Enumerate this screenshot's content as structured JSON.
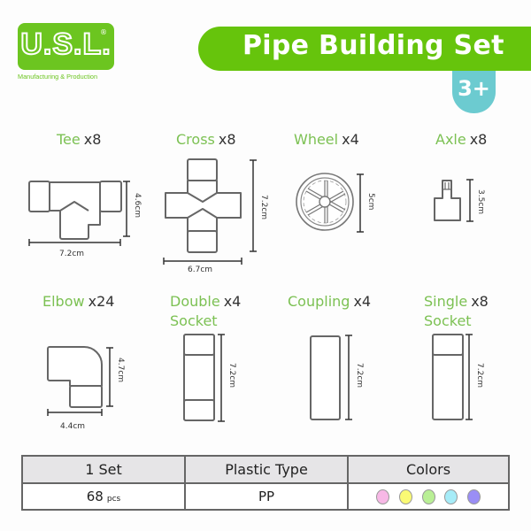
{
  "brand": {
    "logo_text": "U.S.L.",
    "registered_mark": "®",
    "tagline": "Manufacturing & Production",
    "logo_color": "#6cc520"
  },
  "header": {
    "title": "Pipe Building Set",
    "title_bg_color": "#66c40c",
    "age_badge": "3+",
    "age_badge_color": "#6ccbd0"
  },
  "parts": [
    {
      "name": "Tee",
      "qty": "x8",
      "dims": [
        "7.2cm",
        "4.6cm"
      ]
    },
    {
      "name": "Cross",
      "qty": "x8",
      "dims": [
        "6.7cm",
        "7.2cm"
      ]
    },
    {
      "name": "Wheel",
      "qty": "x4",
      "dims": [
        "5cm"
      ]
    },
    {
      "name": "Axle",
      "qty": "x8",
      "dims": [
        "3.5cm"
      ]
    },
    {
      "name": "Elbow",
      "qty": "x24",
      "dims": [
        "4.4cm",
        "4.7cm"
      ]
    },
    {
      "name_line1": "Double",
      "name_line2": "Socket",
      "qty": "x4",
      "dims": [
        "7.2cm"
      ]
    },
    {
      "name": "Coupling",
      "qty": "x4",
      "dims": [
        "7.2cm"
      ]
    },
    {
      "name_line1": "Single",
      "name_line2": "Socket",
      "qty": "x8",
      "dims": [
        "7.2cm"
      ]
    }
  ],
  "spec_table": {
    "headers": [
      "1 Set",
      "Plastic Type",
      "Colors"
    ],
    "row": {
      "count": "68",
      "count_unit": "pcs",
      "plastic": "PP",
      "colors": [
        "#f7b8e6",
        "#fafa74",
        "#b9ef95",
        "#a6ecf8",
        "#9a8ef5"
      ]
    }
  }
}
